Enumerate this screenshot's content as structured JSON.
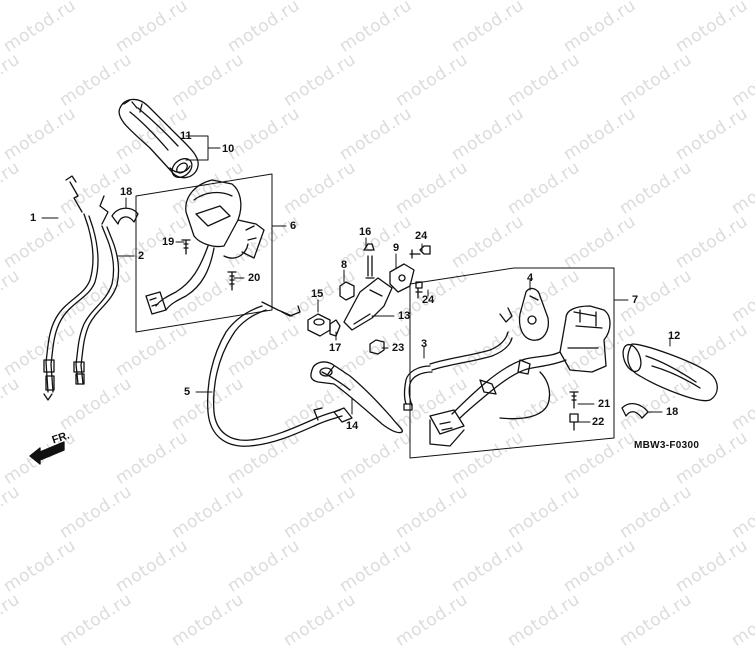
{
  "watermark": "motod.ru",
  "diagram_code": "MBW3-F0300",
  "direction_label": "FR.",
  "callouts": {
    "c1": "1",
    "c2": "2",
    "c3": "3",
    "c4": "4",
    "c5": "5",
    "c6": "6",
    "c7": "7",
    "c8": "8",
    "c9": "9",
    "c10": "10",
    "c11": "11",
    "c12": "12",
    "c13": "13",
    "c14": "14",
    "c15": "15",
    "c16": "16",
    "c17": "17",
    "c18a": "18",
    "c18b": "18",
    "c19": "19",
    "c20": "20",
    "c21": "21",
    "c22": "22",
    "c23": "23",
    "c24a": "24",
    "c24b": "24"
  }
}
